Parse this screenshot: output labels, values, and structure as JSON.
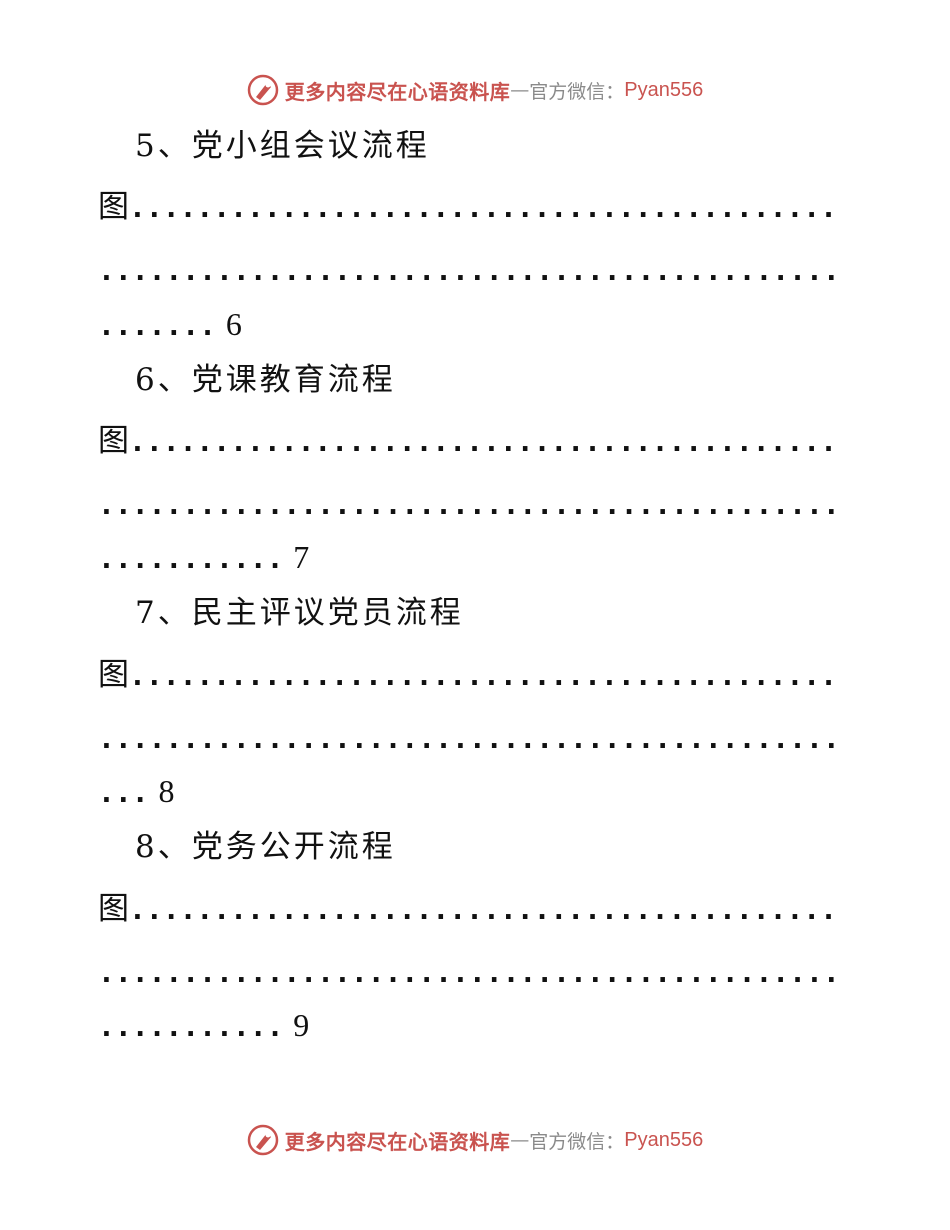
{
  "banner": {
    "text_main": "更多内容尽在心语资料库",
    "dash": "—",
    "text_official": "官方微信：",
    "wechat_id": "Pyan556"
  },
  "entries": [
    {
      "title": "5、党小组会议流程",
      "tail": "图",
      "page": "6"
    },
    {
      "title": "6、党课教育流程",
      "tail": "图",
      "page": "7"
    },
    {
      "title": "7、民主评议党员流程",
      "tail": "图",
      "page": "8"
    },
    {
      "title": "8、党务公开流程",
      "tail": "图",
      "page": "9"
    }
  ],
  "colors": {
    "banner_red": "#c9534f",
    "banner_gray": "#8a8a8a"
  }
}
